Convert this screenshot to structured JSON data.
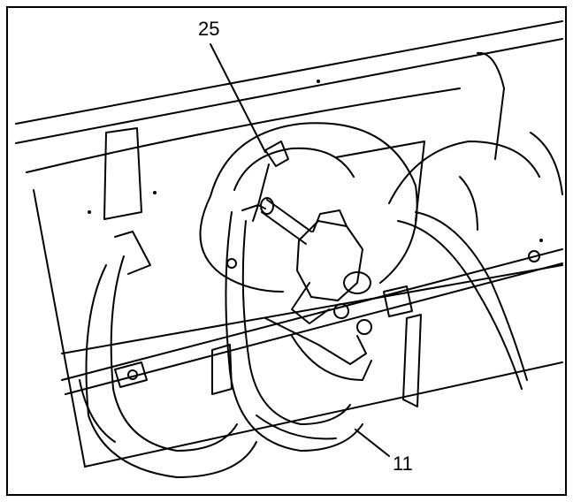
{
  "callouts": [
    {
      "id": "callout-25",
      "label": "25"
    },
    {
      "id": "callout-11",
      "label": "11"
    }
  ],
  "colors": {
    "ink": "#000000",
    "paper": "#ffffff"
  }
}
